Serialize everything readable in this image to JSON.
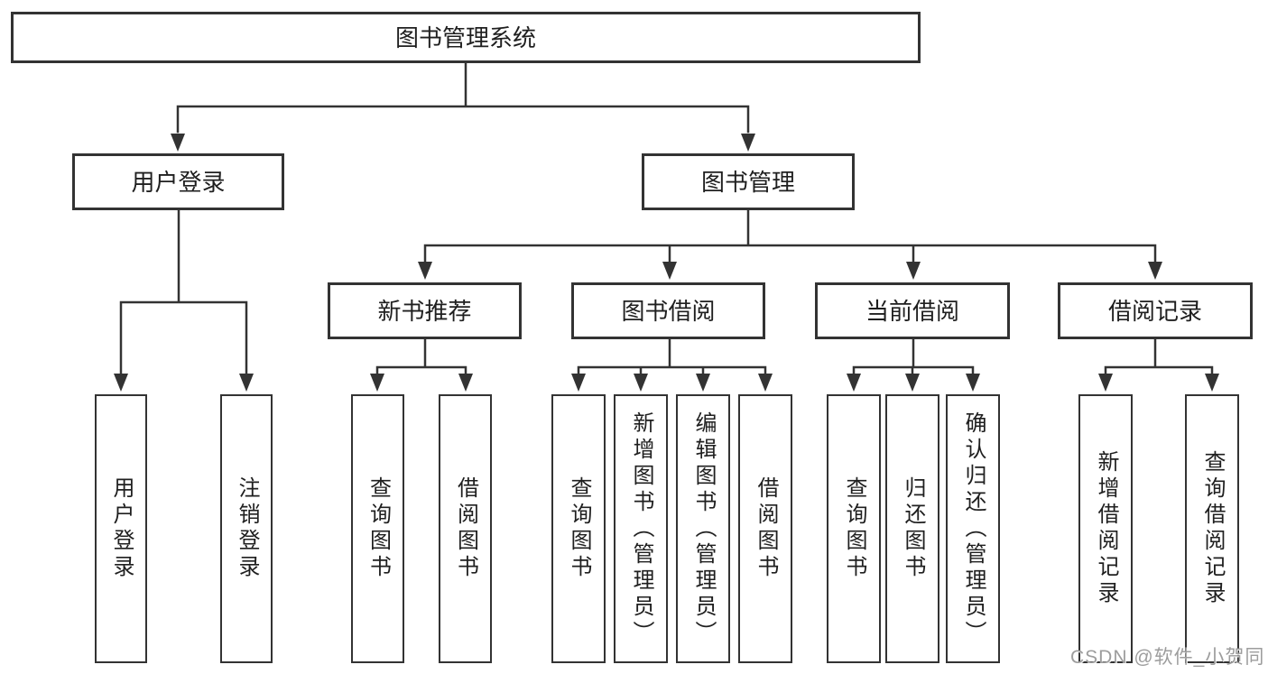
{
  "diagram": {
    "tree": {
      "label": "图书管理系统",
      "children": [
        {
          "label": "用户登录",
          "children": [
            {
              "label": "用户登录"
            },
            {
              "label": "注销登录"
            }
          ]
        },
        {
          "label": "图书管理",
          "children": [
            {
              "label": "新书推荐",
              "children": [
                {
                  "label": "查询图书"
                },
                {
                  "label": "借阅图书"
                }
              ]
            },
            {
              "label": "图书借阅",
              "children": [
                {
                  "label": "查询图书"
                },
                {
                  "label": "新增图书（管理员）"
                },
                {
                  "label": "编辑图书（管理员）"
                },
                {
                  "label": "借阅图书"
                }
              ]
            },
            {
              "label": "当前借阅",
              "children": [
                {
                  "label": "查询图书"
                },
                {
                  "label": "归还图书"
                },
                {
                  "label": "确认归还（管理员）"
                }
              ]
            },
            {
              "label": "借阅记录",
              "children": [
                {
                  "label": "新增借阅记录"
                },
                {
                  "label": "查询借阅记录"
                }
              ]
            }
          ]
        }
      ]
    }
  },
  "watermark": {
    "text": "CSDN @软件_小贺同学"
  },
  "colors": {
    "line": "#333333",
    "box_border": "#333333",
    "box_fill": "#ffffff",
    "text": "#1f1f1f",
    "watermark": "#9d9d9d",
    "background": "#ffffff"
  }
}
